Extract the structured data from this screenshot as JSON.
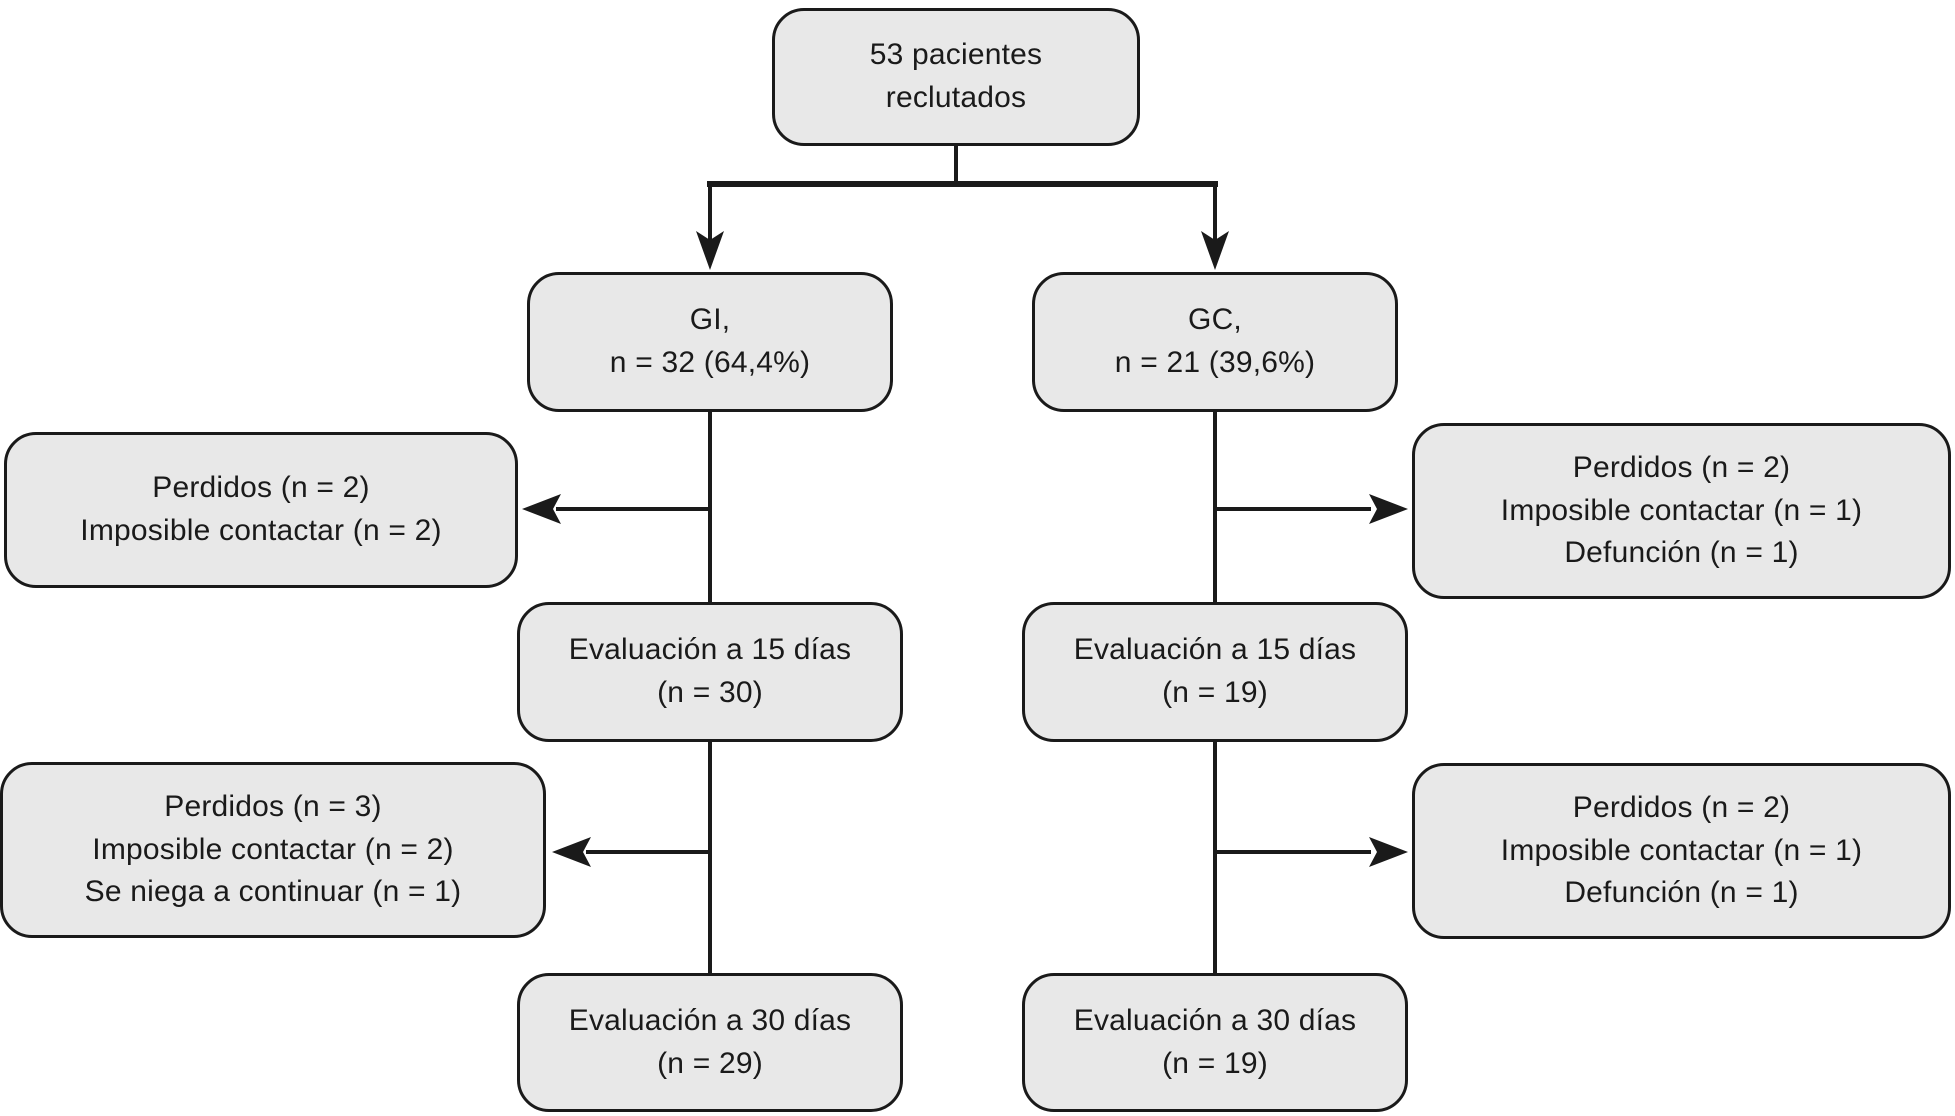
{
  "diagram": {
    "title": "Patient recruitment flow diagram",
    "colors": {
      "background": "#ffffff",
      "box_fill": "#e8e8e8",
      "box_border": "#1a1a1a",
      "text": "#1a1a1a",
      "connector": "#1a1a1a"
    },
    "nodes": {
      "recruited": {
        "lines": [
          "53 pacientes",
          "reclutados"
        ]
      },
      "gi": {
        "lines": [
          "GI,",
          "n = 32 (64,4%)"
        ]
      },
      "gc": {
        "lines": [
          "GC,",
          "n = 21 (39,6%)"
        ]
      },
      "gi_loss1": {
        "lines": [
          "Perdidos (n = 2)",
          "Imposible contactar (n = 2)"
        ]
      },
      "gc_loss1": {
        "lines": [
          "Perdidos (n = 2)",
          "Imposible contactar (n = 1)",
          "Defunción (n = 1)"
        ]
      },
      "gi_eval15": {
        "lines": [
          "Evaluación a 15 días",
          "(n = 30)"
        ]
      },
      "gc_eval15": {
        "lines": [
          "Evaluación a 15 días",
          "(n = 19)"
        ]
      },
      "gi_loss2": {
        "lines": [
          "Perdidos (n = 3)",
          "Imposible contactar (n = 2)",
          "Se niega a continuar (n = 1)"
        ]
      },
      "gc_loss2": {
        "lines": [
          "Perdidos (n = 2)",
          "Imposible contactar (n = 1)",
          "Defunción (n = 1)"
        ]
      },
      "gi_eval30": {
        "lines": [
          "Evaluación a 30 días",
          "(n = 29)"
        ]
      },
      "gc_eval30": {
        "lines": [
          "Evaluación a 30 días",
          "(n = 19)"
        ]
      }
    },
    "edges": [
      {
        "from": "recruited",
        "to": "gi",
        "arrow": "down"
      },
      {
        "from": "recruited",
        "to": "gc",
        "arrow": "down"
      },
      {
        "from": "gi",
        "to": "gi_eval15",
        "arrow": "none"
      },
      {
        "from": "gi-line",
        "to": "gi_loss1",
        "arrow": "left"
      },
      {
        "from": "gc",
        "to": "gc_eval15",
        "arrow": "none"
      },
      {
        "from": "gc-line",
        "to": "gc_loss1",
        "arrow": "right"
      },
      {
        "from": "gi_eval15",
        "to": "gi_eval30",
        "arrow": "none"
      },
      {
        "from": "gi-line",
        "to": "gi_loss2",
        "arrow": "left"
      },
      {
        "from": "gc_eval15",
        "to": "gc_eval30",
        "arrow": "none"
      },
      {
        "from": "gc-line",
        "to": "gc_loss2",
        "arrow": "right"
      }
    ]
  }
}
